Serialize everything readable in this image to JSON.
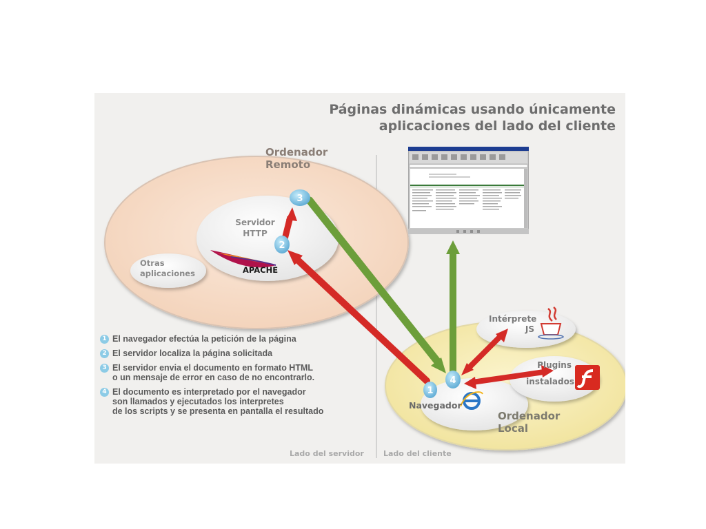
{
  "title": {
    "line1": "Páginas dinámicas usando únicamente",
    "line2": "aplicaciones del lado del cliente"
  },
  "remote": {
    "label_line1": "Ordenador",
    "label_line2": "Remoto",
    "server_line1": "Servidor",
    "server_line2": "HTTP",
    "apache": "APACHE",
    "other_line1": "Otras",
    "other_line2": "aplicaciones"
  },
  "local": {
    "label_line1": "Ordenador",
    "label_line2": "Local",
    "browser": "Navegador",
    "interpreter_line1": "Intérprete",
    "interpreter_line2": "JS",
    "plugins_line1": "Plugins",
    "plugins_line2": "instalados"
  },
  "steps": [
    {
      "num": "1",
      "text": "El navegador efectúa la petición de la página"
    },
    {
      "num": "2",
      "text": "El servidor localiza la página solicitada"
    },
    {
      "num": "3",
      "text": "El servidor envia el documento en formato HTML\no un mensaje de error en caso de no encontrarlo."
    },
    {
      "num": "4",
      "text": "El documento es interpretado por el navegador\nson llamados y ejecutados los interpretes\nde los scripts y se presenta en pantalla el resultado"
    }
  ],
  "badges": [
    "1",
    "2",
    "3",
    "4"
  ],
  "footer": {
    "server_side": "Lado del servidor",
    "client_side": "Lado del cliente"
  },
  "colors": {
    "background": "#f1f0ee",
    "remote_ellipse": "#f6dcc8",
    "local_ellipse": "#f8efb7",
    "arrow_red": "#d42a26",
    "arrow_green": "#6c9e3a",
    "badge": "#7fc2e0",
    "text": "#707070"
  },
  "icons": [
    "apache-feather-icon",
    "internet-explorer-icon",
    "java-cup-icon",
    "flash-icon",
    "browser-window-thumbnail"
  ]
}
